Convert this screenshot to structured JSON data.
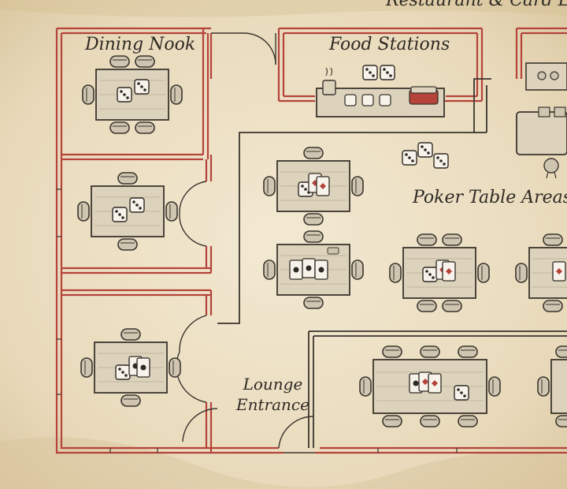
{
  "map": {
    "title_fragment": "Restaurant & Card L",
    "areas": {
      "dining_nook": "Dining Nook",
      "food_stations": "Food Stations",
      "poker_table_areas": "Poker Table Areas",
      "lounge_entrance_line1": "Lounge",
      "lounge_entrance_line2": "Entrance"
    }
  },
  "colors": {
    "parchment": "#e9dcc0",
    "wall_red": "#b5433a",
    "ink": "#3a352d",
    "table_fill": "#ddd2bb",
    "chair_fill": "#cfc5b0"
  },
  "icons": [
    "dice-icon",
    "playing-cards-icon",
    "table-icon",
    "chair-icon",
    "coffee-cup-icon",
    "stool-icon"
  ]
}
